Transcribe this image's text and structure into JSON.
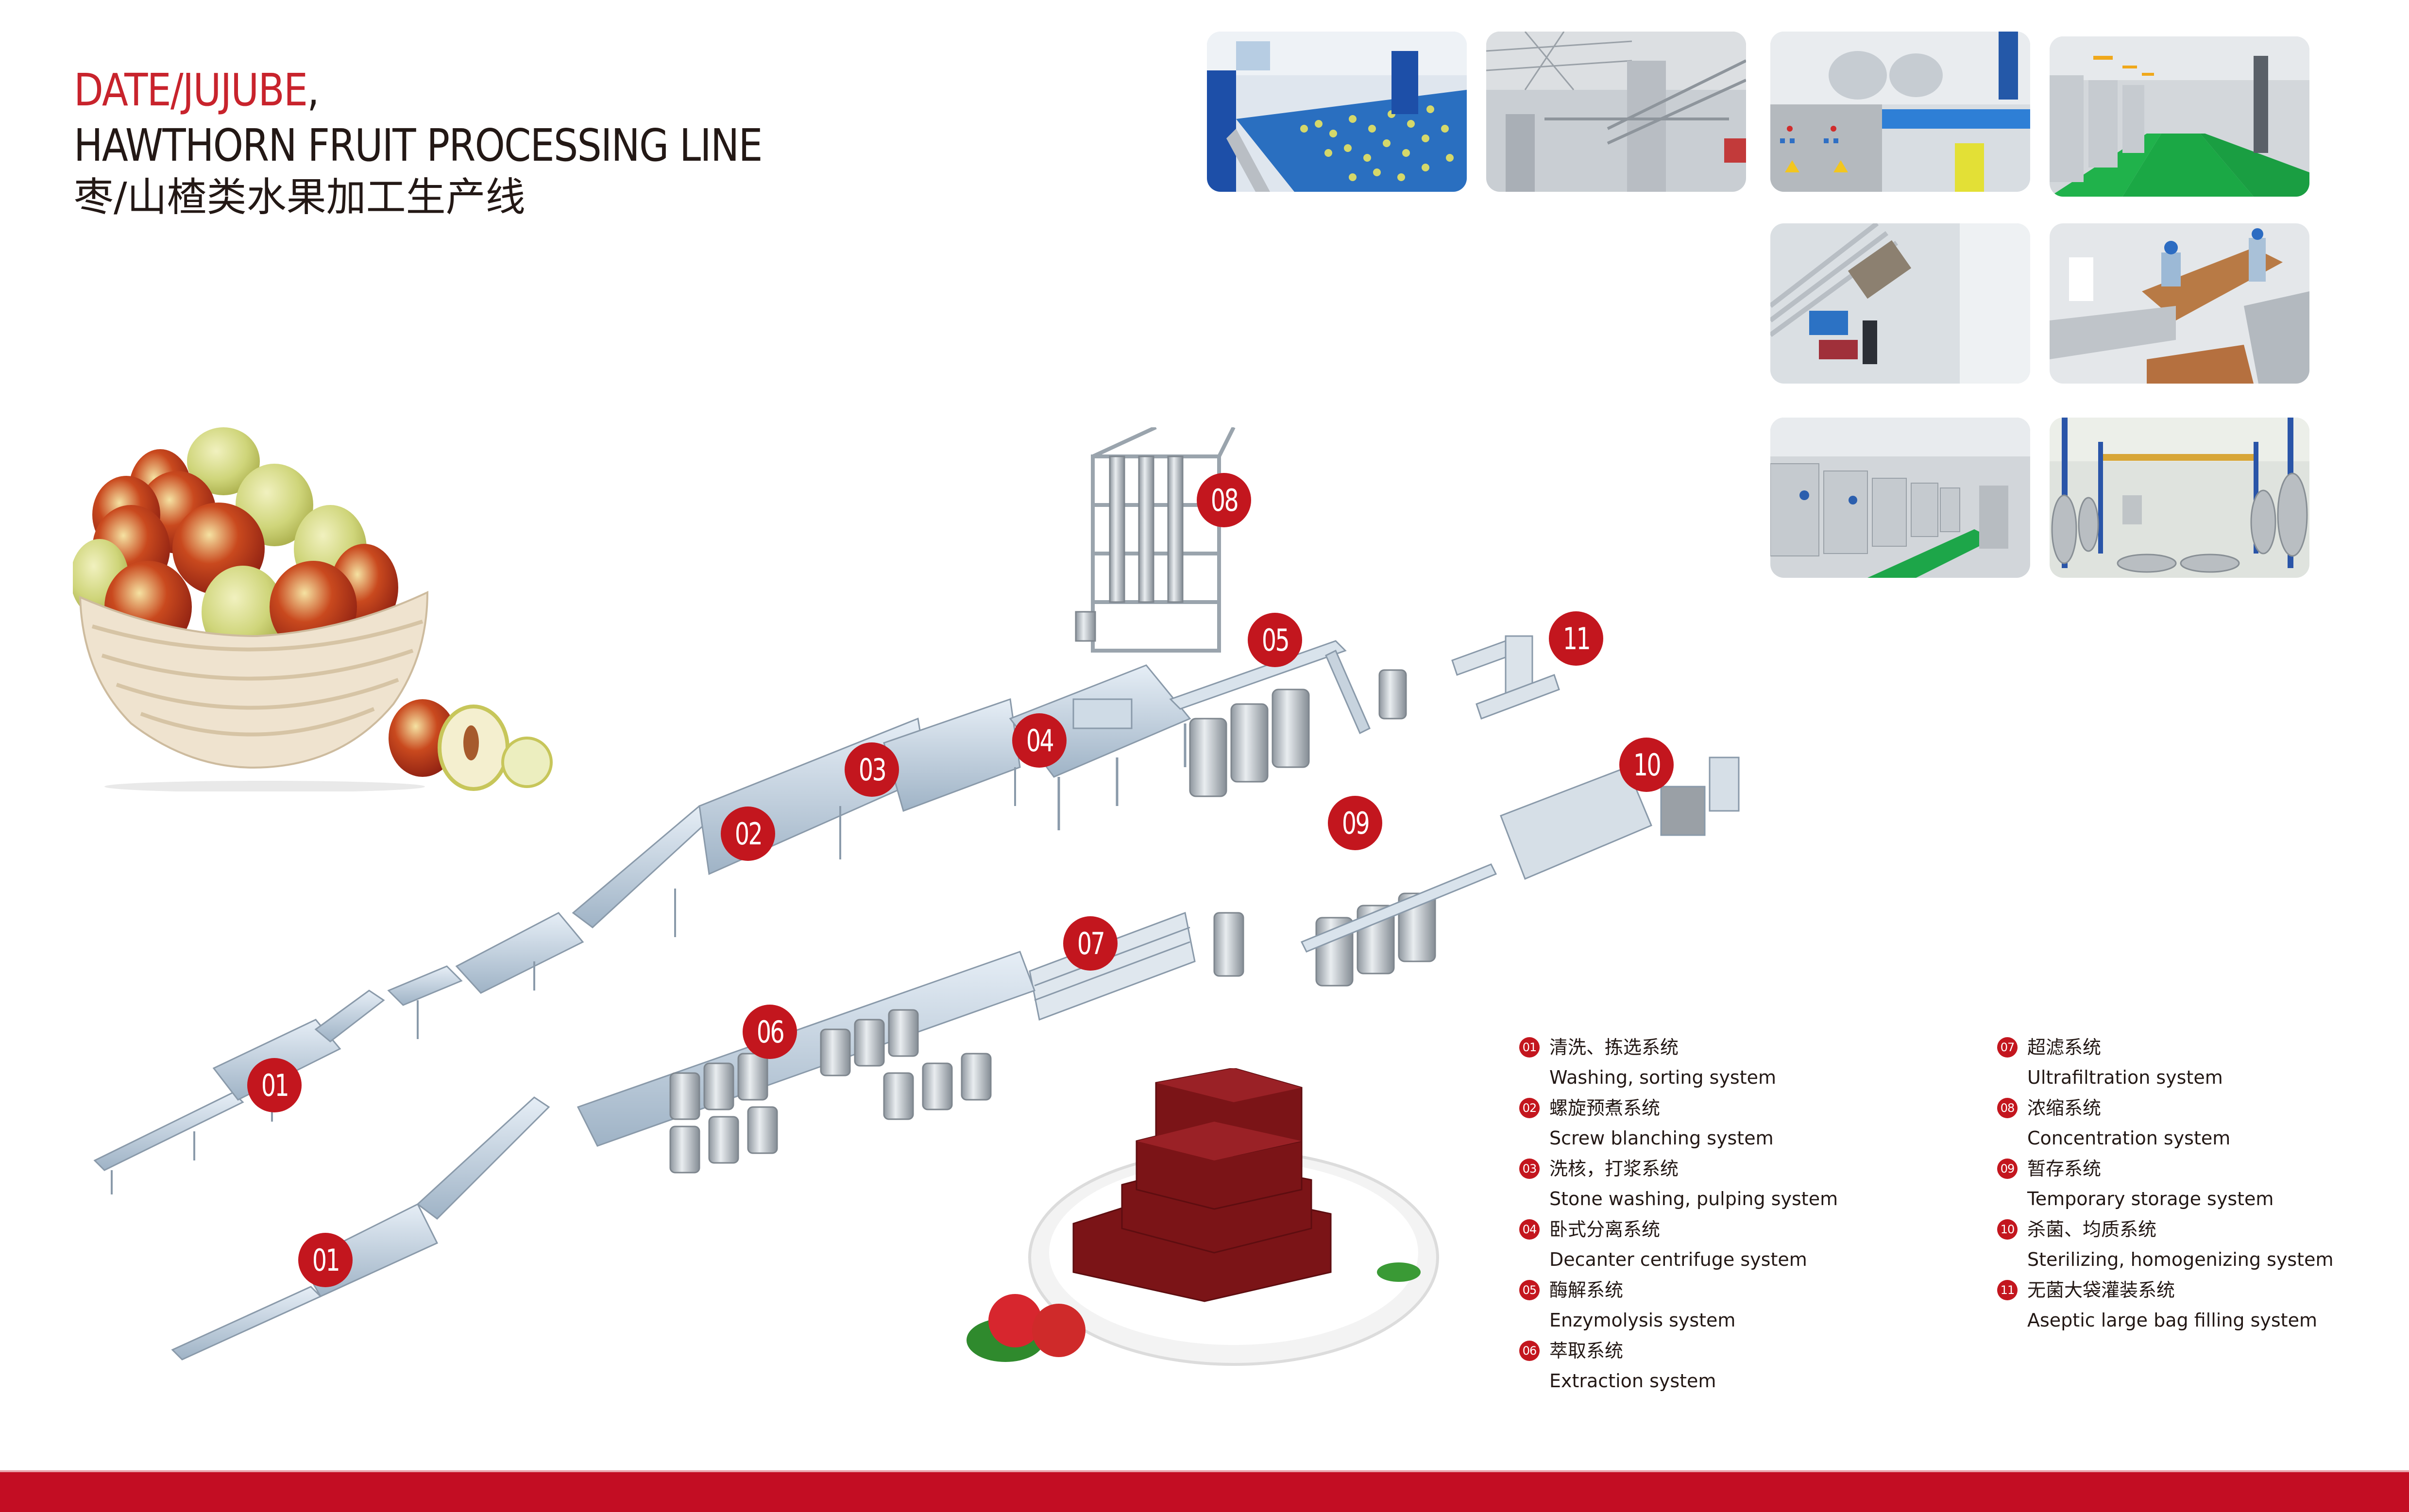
{
  "title": {
    "line1": "DATE/JUJUBE",
    "line1_suffix": ",",
    "line2": "HAWTHORN FRUIT PROCESSING LINE",
    "line3_cn": "枣/山楂类水果加工生产线"
  },
  "colors": {
    "accent": "#c3161e",
    "footer": "#c30d23",
    "text": "#231815",
    "equipment": "#b7c9db"
  },
  "photos": [
    {
      "name": "jujube-sorting-conveyor-photo",
      "icon": "photo-icon"
    },
    {
      "name": "evaporator-pipes-photo",
      "icon": "photo-icon"
    },
    {
      "name": "control-cabinet-washer-photo",
      "icon": "photo-icon"
    },
    {
      "name": "production-hall-green-floor-photo",
      "icon": "photo-icon"
    },
    {
      "name": "drum-pulper-photo",
      "icon": "photo-icon"
    },
    {
      "name": "drying-conveyor-workers-photo",
      "icon": "photo-icon"
    },
    {
      "name": "storage-tanks-hall-photo",
      "icon": "photo-icon"
    },
    {
      "name": "extraction-tanks-hall-photo",
      "icon": "photo-icon"
    }
  ],
  "badges": [
    "08",
    "05",
    "11",
    "04",
    "03",
    "10",
    "02",
    "09",
    "07",
    "06",
    "01",
    "01"
  ],
  "legend": {
    "left": [
      {
        "num": "01",
        "cn": "清洗、拣选系统",
        "en": "Washing, sorting system"
      },
      {
        "num": "02",
        "cn": "螺旋预煮系统",
        "en": "Screw blanching system"
      },
      {
        "num": "03",
        "cn": "洗核，打浆系统",
        "en": "Stone washing, pulping system"
      },
      {
        "num": "04",
        "cn": "卧式分离系统",
        "en": "Decanter centrifuge system"
      },
      {
        "num": "05",
        "cn": "酶解系统",
        "en": "Enzymolysis system"
      },
      {
        "num": "06",
        "cn": "萃取系统",
        "en": "Extraction system"
      }
    ],
    "right": [
      {
        "num": "07",
        "cn": "超滤系统",
        "en": "Ultrafiltration system"
      },
      {
        "num": "08",
        "cn": "浓缩系统",
        "en": "Concentration system"
      },
      {
        "num": "09",
        "cn": "暂存系统",
        "en": "Temporary storage system"
      },
      {
        "num": "10",
        "cn": "杀菌、均质系统",
        "en": "Sterilizing, homogenizing system"
      },
      {
        "num": "11",
        "cn": "无菌大袋灌装系统",
        "en": "Aseptic large bag filling system"
      }
    ]
  }
}
